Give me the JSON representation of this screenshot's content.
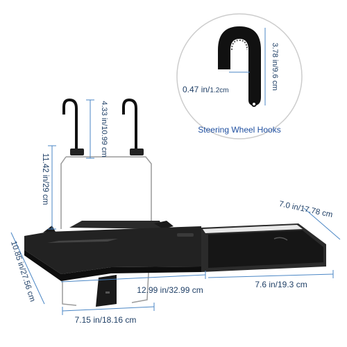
{
  "colors": {
    "dimension_line": "#4a86c5",
    "label_text": "#1f3f66",
    "tray": "#1a1a1a",
    "caption": "#1f4fa0"
  },
  "dimensions": {
    "hook_height": "3.78 in/9.6 cm",
    "hook_width_in": "0.47 in/",
    "hook_width_cm": "1.2cm",
    "hanger_height": "4.33 in/10.99 cm",
    "frame_height": "11.42 in/29 cm",
    "tray_depth": "10.85 in/27.56 cm",
    "tray_width": "12.99 in/32.99 cm",
    "drawer_length": "7.6 in/19.3 cm",
    "drawer_width": "7.0 in/17.78 cm",
    "base_width": "7.15 in/18.16 cm"
  },
  "callout": {
    "caption": "Steering Wheel Hooks",
    "icon": "steering-wheel-hook-icon"
  }
}
